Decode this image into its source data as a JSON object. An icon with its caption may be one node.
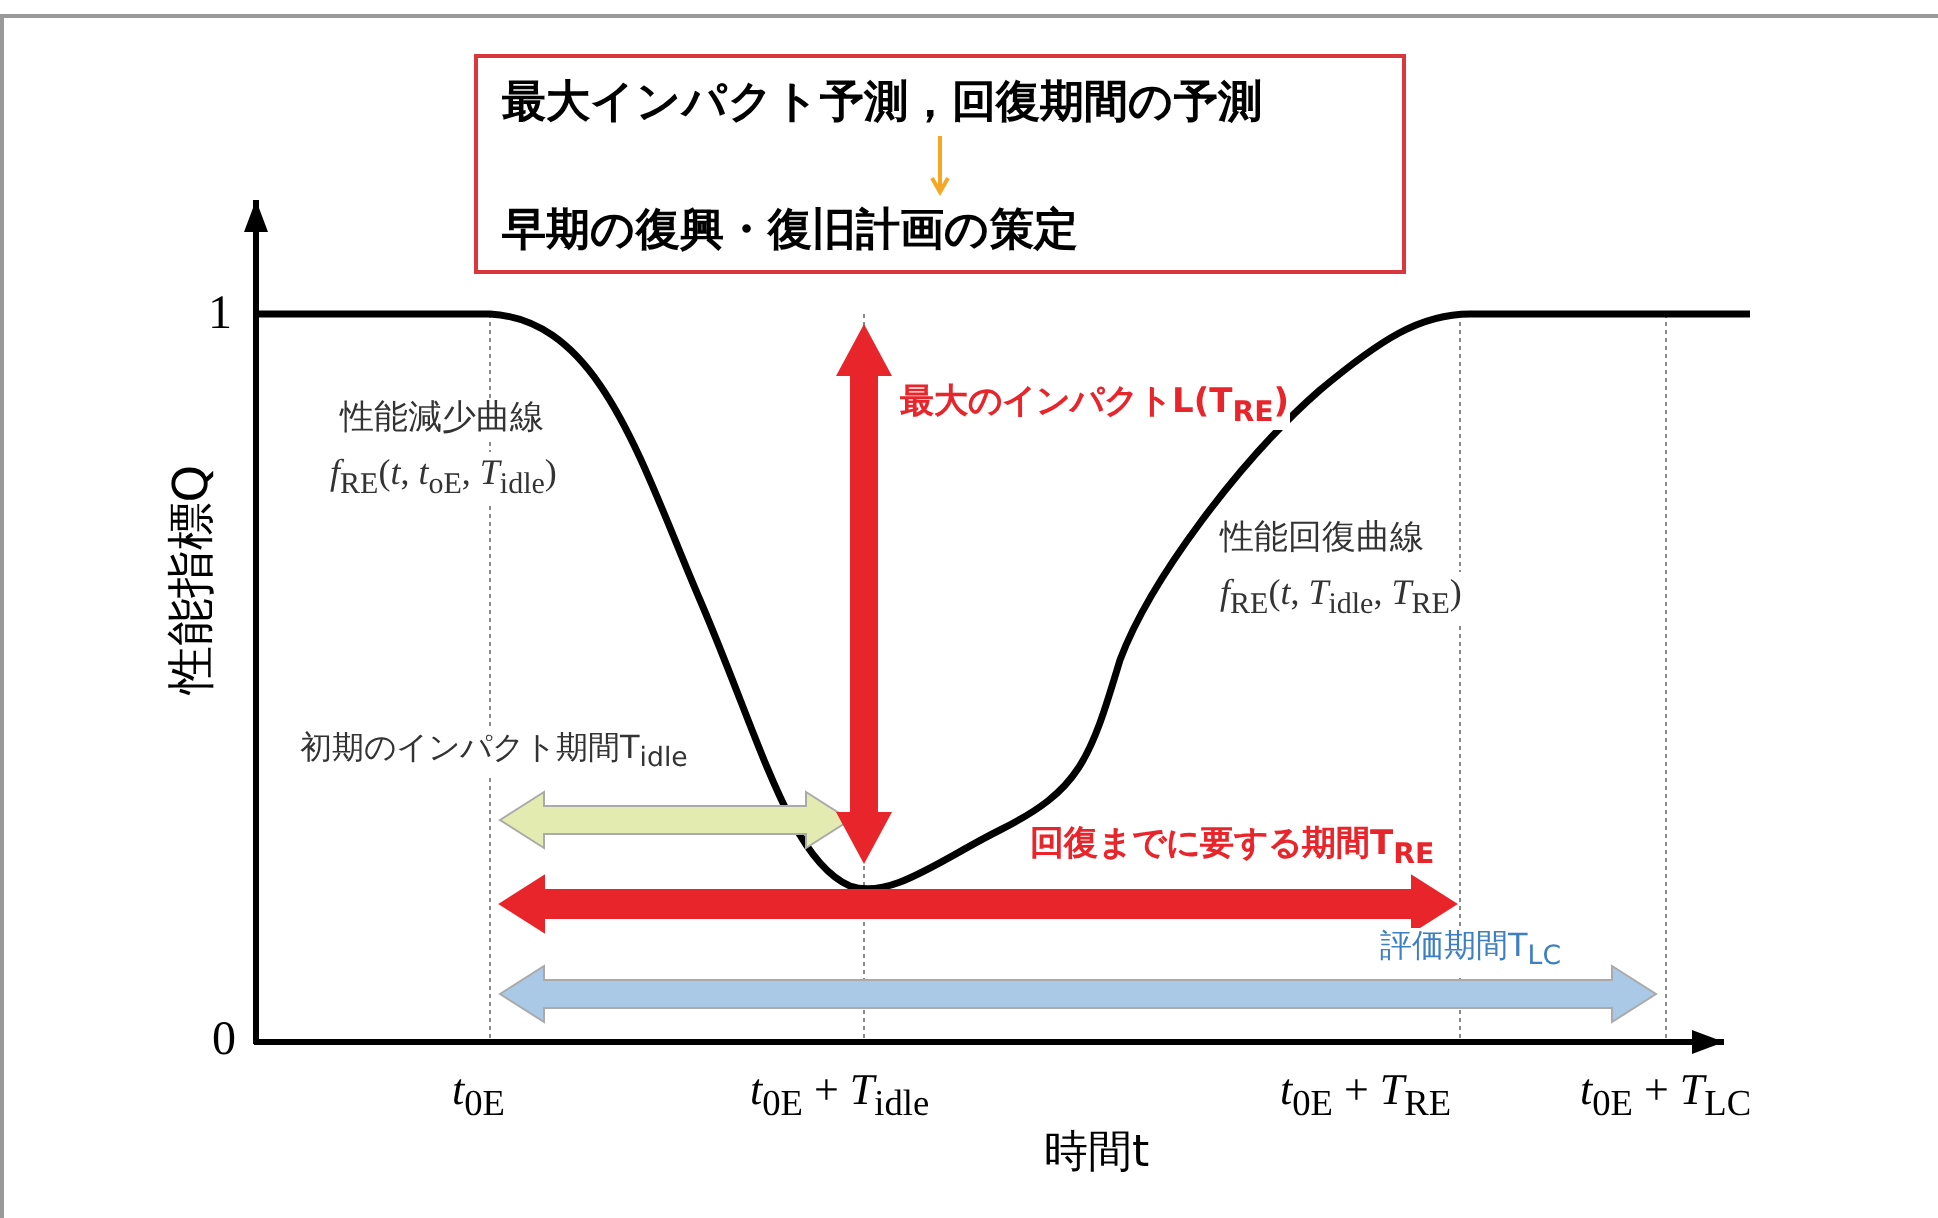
{
  "diagram": {
    "nodes": [
      {
        "text": [],
        "shape": "box"
      },
      {
        "text": [
          "最大インパクト予測，回復期間の予測"
        ],
        "in": 0
      },
      {
        "text": [
          "早期の復興・復旧計画の策定"
        ],
        "in": 0
      }
    ],
    "edges": [
      {
        "from": 1,
        "to": 2,
        "arrow": "to",
        "color": "#f5a623"
      }
    ],
    "labels": [
      "1",
      "0",
      "性能指標Q",
      "性能減少曲線",
      "*f*$_{RE}$(*t*, *t*$_{oE}$, *T*$_{idle}$)",
      "最大のインパクトL(T$_{RE}$)",
      "性能回復曲線",
      "*f*$_{RE}$(*t*, *T*$_{idle}$, *T*$_{RE}$)",
      "初期のインパクト期間T$_{idle}$",
      "回復までに要する期間T$_{RE}$",
      "評価期間T$_{LC}$",
      "*t*$_{0E}$",
      "*t*$_{0E}$ + *T*$_{idle}$",
      "*t*$_{0E}$ + *T*$_{RE}$",
      "*t*$_{0E}$ + *T*$_{LC}$",
      "時間t"
    ]
  }
}
